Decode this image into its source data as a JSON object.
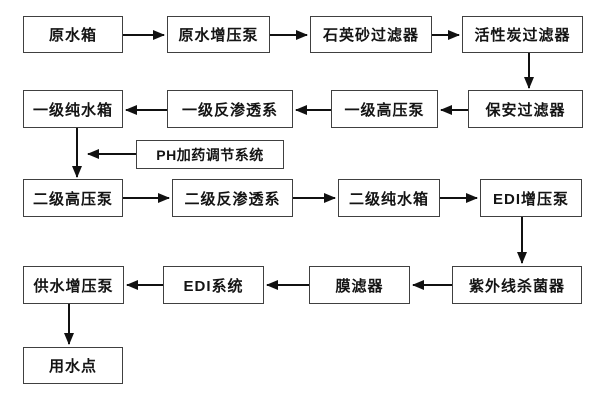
{
  "diagram": {
    "type": "flowchart",
    "subject": "water-purification-process",
    "colors": {
      "background": "#ffffff",
      "box_fill": "#ffffff",
      "box_border": "#404040",
      "arrow": "#111111",
      "text": "#141414"
    },
    "nodes": [
      {
        "id": "raw-water-tank",
        "label": "原水箱"
      },
      {
        "id": "raw-water-booster-pump",
        "label": "原水增压泵"
      },
      {
        "id": "quartz-sand-filter",
        "label": "石英砂过滤器"
      },
      {
        "id": "activated-carbon-filter",
        "label": "活性炭过滤器"
      },
      {
        "id": "security-filter",
        "label": "保安过滤器"
      },
      {
        "id": "stage1-high-pressure-pump",
        "label": "一级高压泵"
      },
      {
        "id": "stage1-reverse-osmosis",
        "label": "一级反渗透系"
      },
      {
        "id": "stage1-pure-water-tank",
        "label": "一级纯水箱"
      },
      {
        "id": "ph-dosing-system",
        "label": "PH加药调节系统"
      },
      {
        "id": "stage2-high-pressure-pump",
        "label": "二级高压泵"
      },
      {
        "id": "stage2-reverse-osmosis",
        "label": "二级反渗透系"
      },
      {
        "id": "stage2-pure-water-tank",
        "label": "二级纯水箱"
      },
      {
        "id": "edi-booster-pump",
        "label": "EDI增压泵"
      },
      {
        "id": "uv-sterilizer",
        "label": "紫外线杀菌器"
      },
      {
        "id": "membrane-filter",
        "label": "膜滤器"
      },
      {
        "id": "edi-system",
        "label": "EDI系统"
      },
      {
        "id": "water-supply-booster-pump",
        "label": "供水增压泵"
      },
      {
        "id": "water-use-point",
        "label": "用水点"
      }
    ],
    "edges": [
      {
        "from": "原水箱",
        "to": "原水增压泵"
      },
      {
        "from": "原水增压泵",
        "to": "石英砂过滤器"
      },
      {
        "from": "石英砂过滤器",
        "to": "活性炭过滤器"
      },
      {
        "from": "活性炭过滤器",
        "to": "保安过滤器"
      },
      {
        "from": "保安过滤器",
        "to": "一级高压泵"
      },
      {
        "from": "一级高压泵",
        "to": "一级反渗透系"
      },
      {
        "from": "一级反渗透系",
        "to": "一级纯水箱"
      },
      {
        "from": "一级纯水箱",
        "to": "二级高压泵"
      },
      {
        "from": "PH加药调节系统",
        "to": "二级高压泵"
      },
      {
        "from": "二级高压泵",
        "to": "二级反渗透系"
      },
      {
        "from": "二级反渗透系",
        "to": "二级纯水箱"
      },
      {
        "from": "二级纯水箱",
        "to": "EDI增压泵"
      },
      {
        "from": "EDI增压泵",
        "to": "紫外线杀菌器"
      },
      {
        "from": "紫外线杀菌器",
        "to": "膜滤器"
      },
      {
        "from": "膜滤器",
        "to": "EDI系统"
      },
      {
        "from": "EDI系统",
        "to": "供水增压泵"
      },
      {
        "from": "供水增压泵",
        "to": "用水点"
      }
    ]
  }
}
